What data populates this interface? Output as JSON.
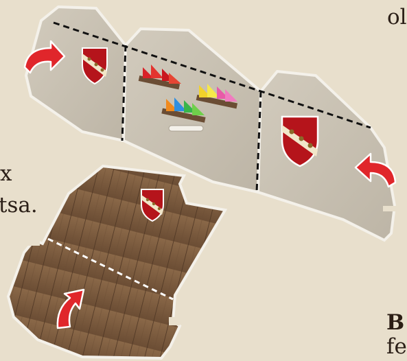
{
  "text_fragments": {
    "top_right": "ol",
    "left_upper": "x",
    "left_lower": "tsa.",
    "bottom_bold": "B",
    "bottom_right": "fe"
  },
  "colors": {
    "page_background": "#e8dfcc",
    "board_panel": "#c9c1b3",
    "board_panel_edge": "#f4f1ea",
    "fold_line": "#111111",
    "tray_wood": "#7a5a3f",
    "tray_fold_line": "#ffffff",
    "arrow_red": "#e0262b",
    "crest_red": "#b5141b",
    "crest_band": "#f1e6c9"
  },
  "illustration": {
    "icons": [
      "curved-arrow-icon",
      "coat-of-arms-icon",
      "ship-tokens-icon"
    ]
  }
}
